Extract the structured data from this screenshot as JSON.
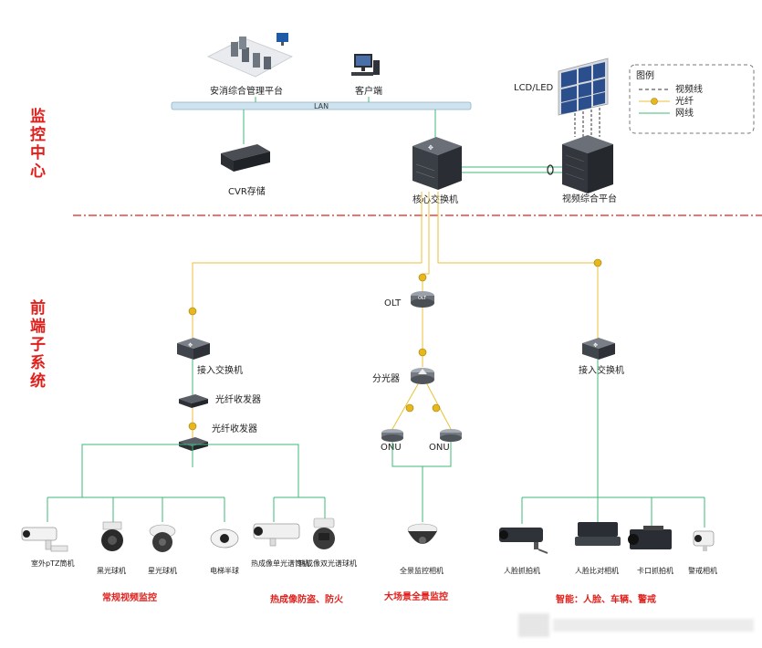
{
  "sections": {
    "monitor_center": [
      "监",
      "控",
      "中",
      "心"
    ],
    "front_end": [
      "前",
      "端",
      "子",
      "系",
      "统"
    ]
  },
  "center": {
    "management_platform": "安消综合管理平台",
    "client": "客户端",
    "lan": "LAN",
    "cvr": "CVR存储",
    "core_switch": "核心交换机",
    "video_platform": "视频综合平台",
    "display_wall": "LCD/LED"
  },
  "legend": {
    "title": "图例",
    "items": [
      {
        "label": "视频线",
        "style": "dashed",
        "color": "#333333"
      },
      {
        "label": "光纤",
        "style": "fiber",
        "color": "#e8c23a"
      },
      {
        "label": "网线",
        "style": "solid",
        "color": "#3cb878"
      }
    ]
  },
  "left_branch": {
    "access_switch": "接入交换机",
    "transceiver_1": "光纤收发器",
    "transceiver_2": "光纤收发器",
    "cameras": [
      "室外pTZ筒机",
      "黑光球机",
      "星光球机",
      "电梯半球",
      "热成像单光谱筒机",
      "热成像双光谱球机"
    ],
    "group_1": "常规视频监控",
    "group_2": "热成像防盗、防火"
  },
  "middle_branch": {
    "olt": "OLT",
    "splitter": "分光器",
    "onu_1": "ONU",
    "onu_2": "ONU",
    "camera": "全景监控相机",
    "group": "大场景全景监控"
  },
  "right_branch": {
    "access_switch": "接入交换机",
    "cameras": [
      "人脸抓拍机",
      "人脸比对相机",
      "卡口抓拍机",
      "警戒相机"
    ],
    "group": "智能：人脸、车辆、警戒"
  },
  "colors": {
    "accent_red": "#e0201c",
    "network_green": "#3cb878",
    "fiber_yellow": "#e8c23a",
    "divider_red": "#e0201c",
    "lan_bar": "#cfe3ee"
  }
}
